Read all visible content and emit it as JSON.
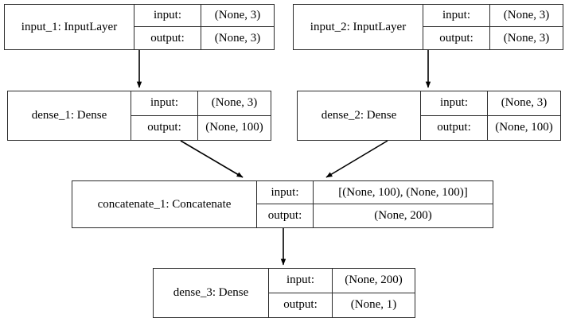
{
  "diagram": {
    "title": "keras-model-graph",
    "background_color": "#ffffff",
    "line_color": "#000000",
    "border_color": "#2b2b2b"
  },
  "io_labels": {
    "input": "input:",
    "output": "output:"
  },
  "nodes": {
    "input_1": {
      "name": "input_1: InputLayer",
      "input_label": "input:",
      "input_shape": "(None, 3)",
      "output_label": "output:",
      "output_shape": "(None, 3)"
    },
    "input_2": {
      "name": "input_2: InputLayer",
      "input_label": "input:",
      "input_shape": "(None, 3)",
      "output_label": "output:",
      "output_shape": "(None, 3)"
    },
    "dense_1": {
      "name": "dense_1: Dense",
      "input_label": "input:",
      "input_shape": "(None, 3)",
      "output_label": "output:",
      "output_shape": "(None, 100)"
    },
    "dense_2": {
      "name": "dense_2: Dense",
      "input_label": "input:",
      "input_shape": "(None, 3)",
      "output_label": "output:",
      "output_shape": "(None, 100)"
    },
    "concatenate_1": {
      "name": "concatenate_1: Concatenate",
      "input_label": "input:",
      "input_shape": "[(None, 100), (None, 100)]",
      "output_label": "output:",
      "output_shape": "(None, 200)"
    },
    "dense_3": {
      "name": "dense_3: Dense",
      "input_label": "input:",
      "input_shape": "(None, 200)",
      "output_label": "output:",
      "output_shape": "(None, 1)"
    }
  },
  "edges": [
    {
      "id": "edge-input1-dense1",
      "from": "input_1",
      "to": "dense_1"
    },
    {
      "id": "edge-input2-dense2",
      "from": "input_2",
      "to": "dense_2"
    },
    {
      "id": "edge-dense1-concat",
      "from": "dense_1",
      "to": "concatenate_1"
    },
    {
      "id": "edge-dense2-concat",
      "from": "dense_2",
      "to": "concatenate_1"
    },
    {
      "id": "edge-concat-dense3",
      "from": "concatenate_1",
      "to": "dense_3"
    }
  ]
}
